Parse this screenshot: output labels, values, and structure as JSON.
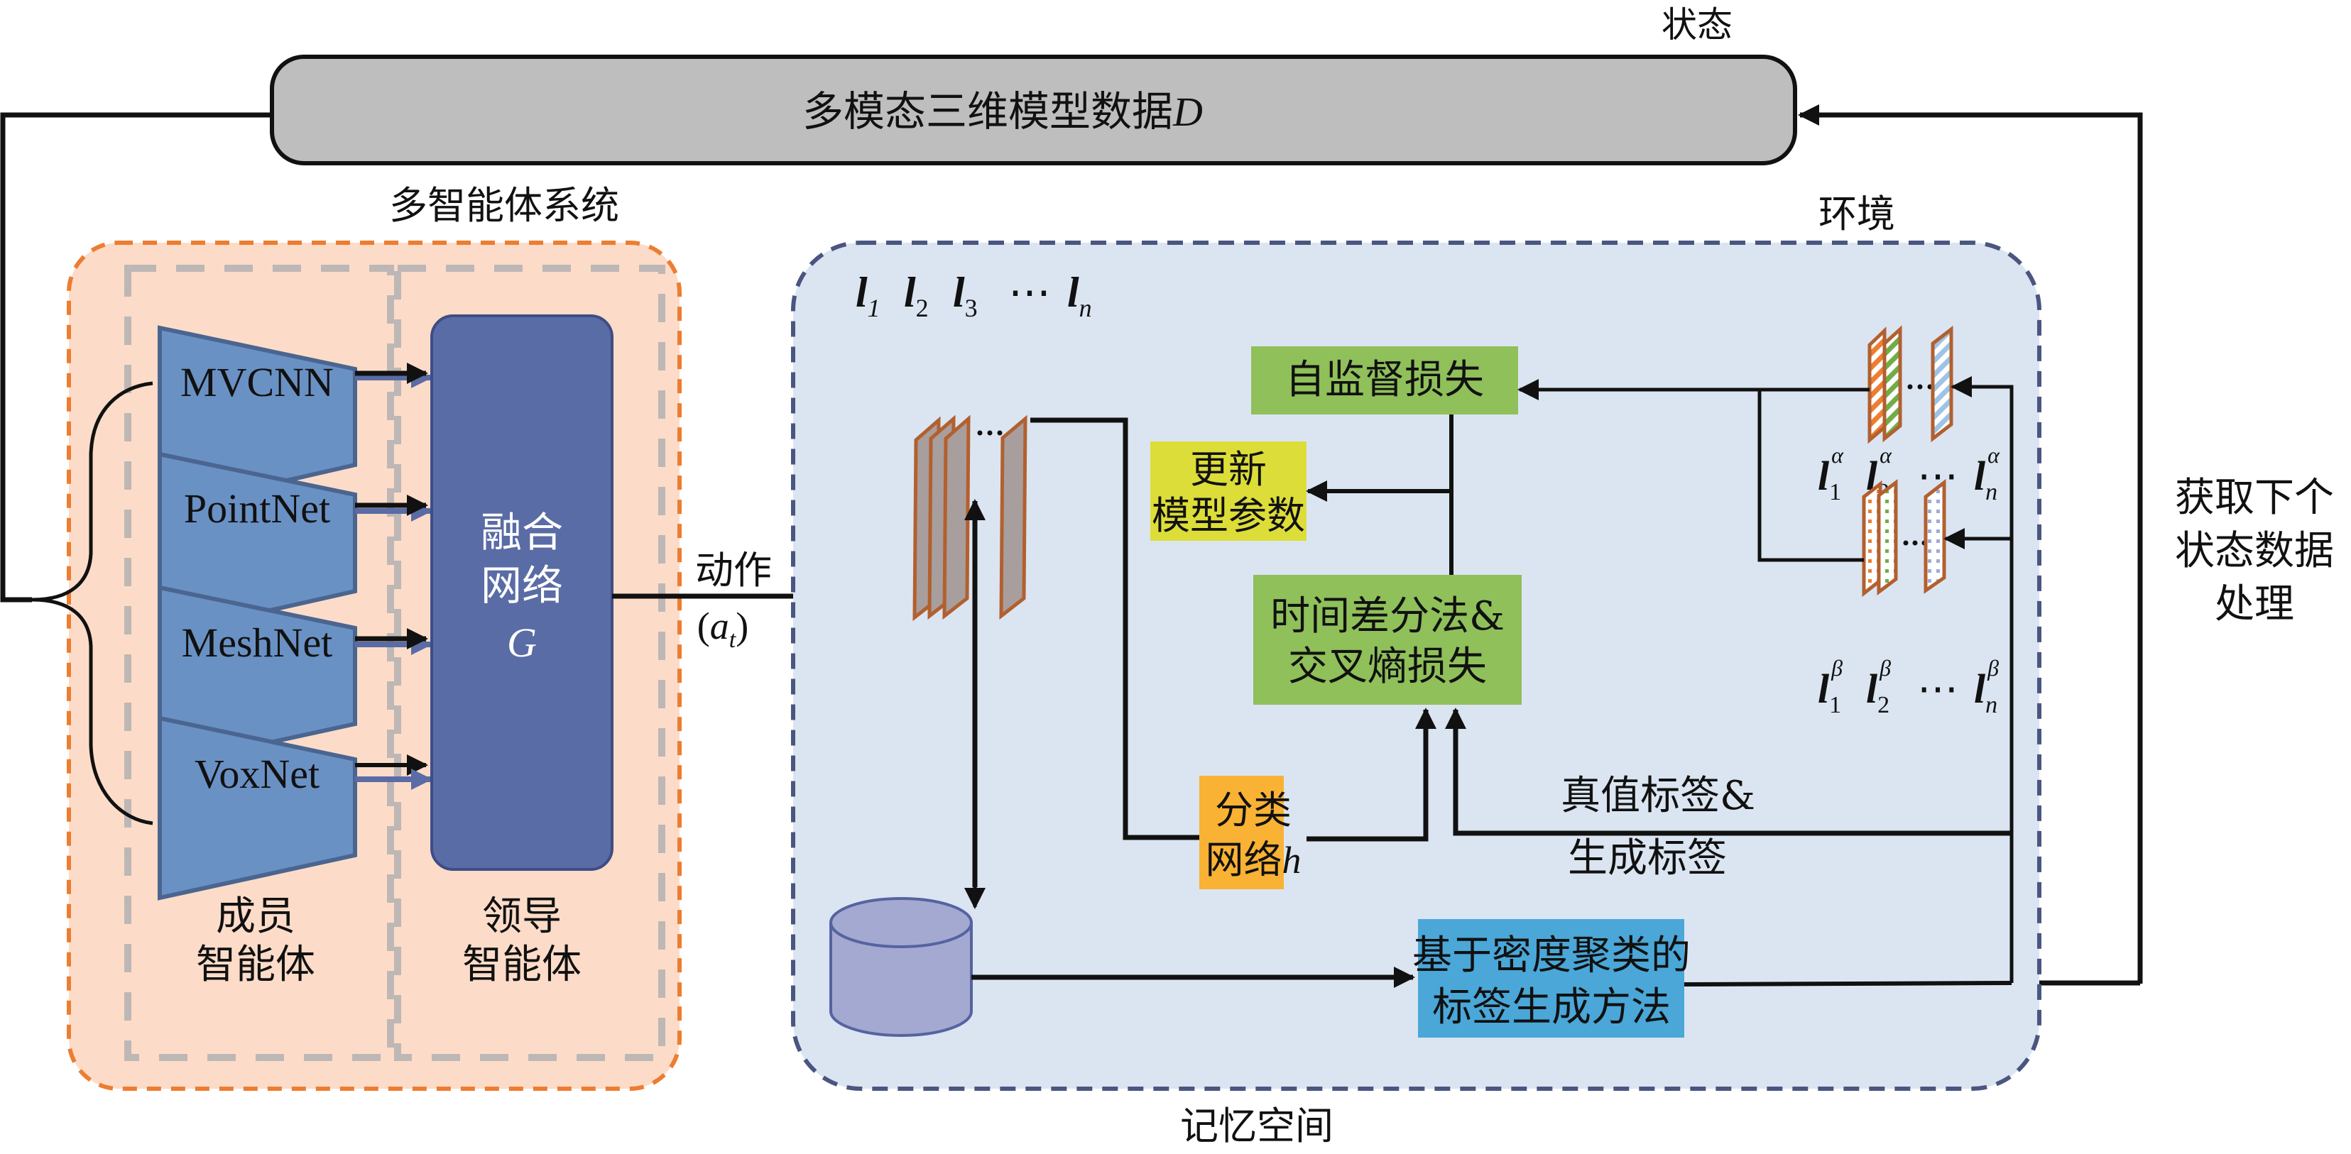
{
  "diagram": {
    "top_bar": {
      "label": "多模态三维模型数据",
      "label_var": "D",
      "state_label": "状态",
      "fill": "#bebebe"
    },
    "multi_agent_system": {
      "title": "多智能体系统",
      "fill": "#fcdcc8",
      "border": "#ed7d31",
      "member_agents": {
        "label_line1": "成员",
        "label_line2": "智能体",
        "networks": [
          "MVCNN",
          "PointNet",
          "MeshNet",
          "VoxNet"
        ]
      },
      "leader_agent": {
        "label_line1": "领导",
        "label_line2": "智能体",
        "fusion_network": {
          "line1": "融合",
          "line2": "网络",
          "var": "G"
        }
      },
      "member_fill": "#6a91c4",
      "leader_fill": "#5a6ca5"
    },
    "action": {
      "label": "动作",
      "var_open": "(",
      "var": "a",
      "sub": "t",
      "var_close": ")"
    },
    "environment": {
      "title": "环境",
      "bottom_title": "记忆空间",
      "fill": "#dbe5f1",
      "border": "#4a5680",
      "label_sequence": {
        "items": [
          {
            "base": "l",
            "sub": "1"
          },
          {
            "base": "l",
            "sub": "2"
          },
          {
            "base": "l",
            "sub": "3"
          },
          {
            "base": "l",
            "sub": "n"
          }
        ],
        "ellipsis": "⋯"
      },
      "alpha_labels": {
        "items": [
          {
            "base": "l",
            "sub": "1",
            "sup": "α"
          },
          {
            "base": "l",
            "sub": "2",
            "sup": "α"
          },
          {
            "base": "l",
            "sub": "n",
            "sup": "α"
          }
        ],
        "ellipsis": "⋯"
      },
      "beta_labels": {
        "items": [
          {
            "base": "l",
            "sub": "1",
            "sup": "β"
          },
          {
            "base": "l",
            "sub": "2",
            "sup": "β"
          },
          {
            "base": "l",
            "sub": "n",
            "sup": "β"
          }
        ],
        "ellipsis": "⋯"
      },
      "self_supervised_loss": {
        "label": "自监督损失",
        "fill": "#8fc05a"
      },
      "update_params": {
        "line1": "更新",
        "line2": "模型参数",
        "fill": "#dcdd38"
      },
      "td_ce_loss": {
        "line1": "时间差分法&",
        "line2": "交叉熵损失",
        "fill": "#8fc05a"
      },
      "classifier": {
        "line1": "分类",
        "line2": "网络",
        "var": "h",
        "fill": "#f9b233"
      },
      "labels_text": {
        "line1": "真值标签&",
        "line2": "生成标签"
      },
      "label_generation": {
        "line1": "基于密度聚类的",
        "line2": "标签生成方法",
        "fill": "#4aa7d8"
      },
      "memory_db": {
        "fill": "#a3a9d0",
        "border": "#5563a0"
      }
    },
    "next_state": {
      "line1": "获取下个",
      "line2": "状态数据",
      "line3": "处理"
    }
  }
}
